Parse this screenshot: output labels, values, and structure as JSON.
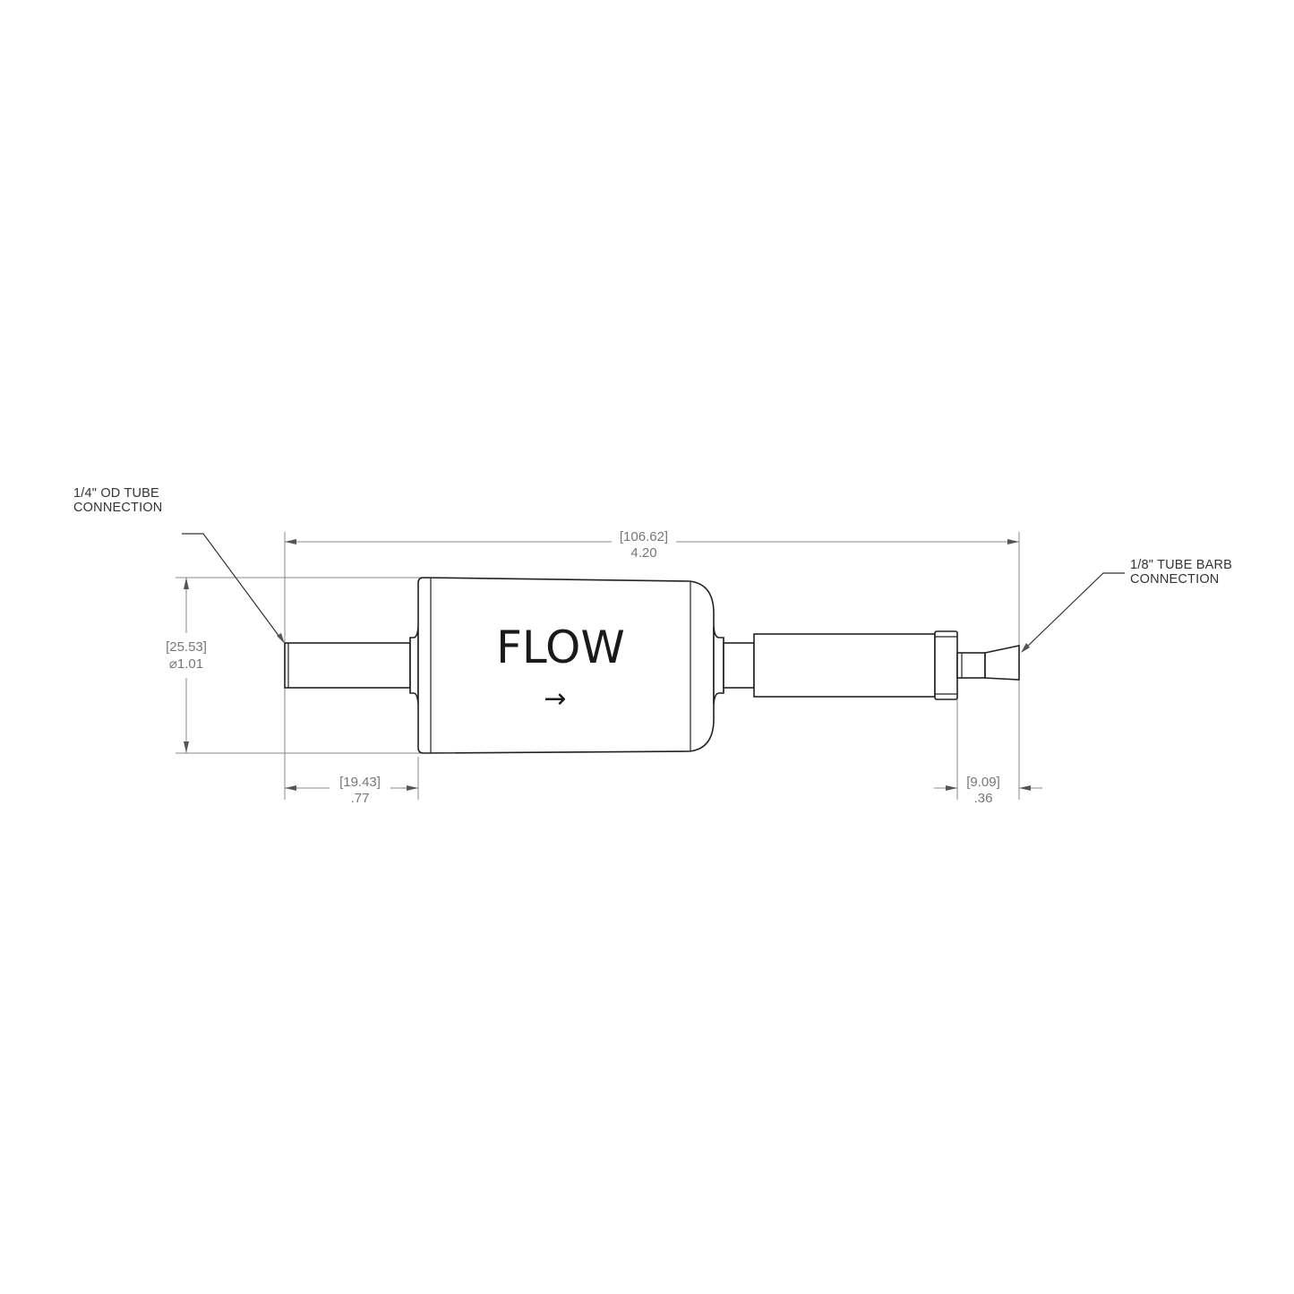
{
  "labels": {
    "inlet_note_line1": "1/4\" OD TUBE",
    "inlet_note_line2": "CONNECTION",
    "outlet_note_line1": "1/8\" TUBE BARB",
    "outlet_note_line2": "CONNECTION",
    "flow_text": "FLOW",
    "flow_arrow": "→"
  },
  "dimensions": {
    "overall_length": {
      "metric": "[106.62]",
      "imperial": "4.20"
    },
    "body_diameter": {
      "metric": "[25.53]",
      "imperial": "⌀1.01"
    },
    "inlet_length": {
      "metric": "[19.43]",
      "imperial": ".77"
    },
    "barb_length": {
      "metric": "[9.09]",
      "imperial": ".36"
    }
  },
  "colors": {
    "line": "#222222",
    "dimension": "#8a8a8a",
    "background": "#ffffff"
  }
}
